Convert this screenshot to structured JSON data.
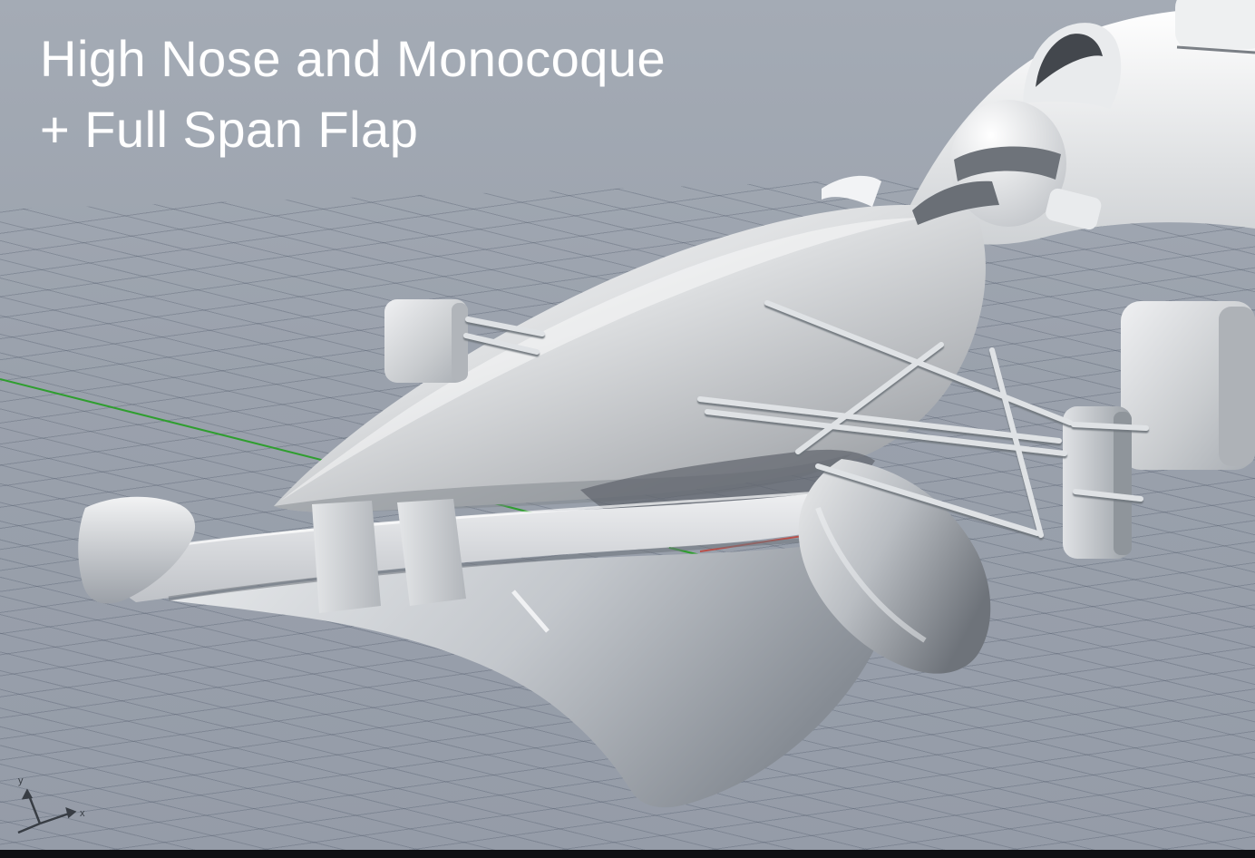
{
  "viewport": {
    "background_color": "#9aa2ad",
    "grid_line_color": "#5a6475",
    "bottom_bar_color": "#0f1013",
    "caption": {
      "line1": "High Nose and Monocoque",
      "line2": "+ Full Span Flap",
      "color": "#ffffff"
    },
    "axes": {
      "y_color": "#2f9e2f",
      "x_color": "#b8504a"
    },
    "gizmo": {
      "x_label": "x",
      "y_label": "y"
    }
  }
}
